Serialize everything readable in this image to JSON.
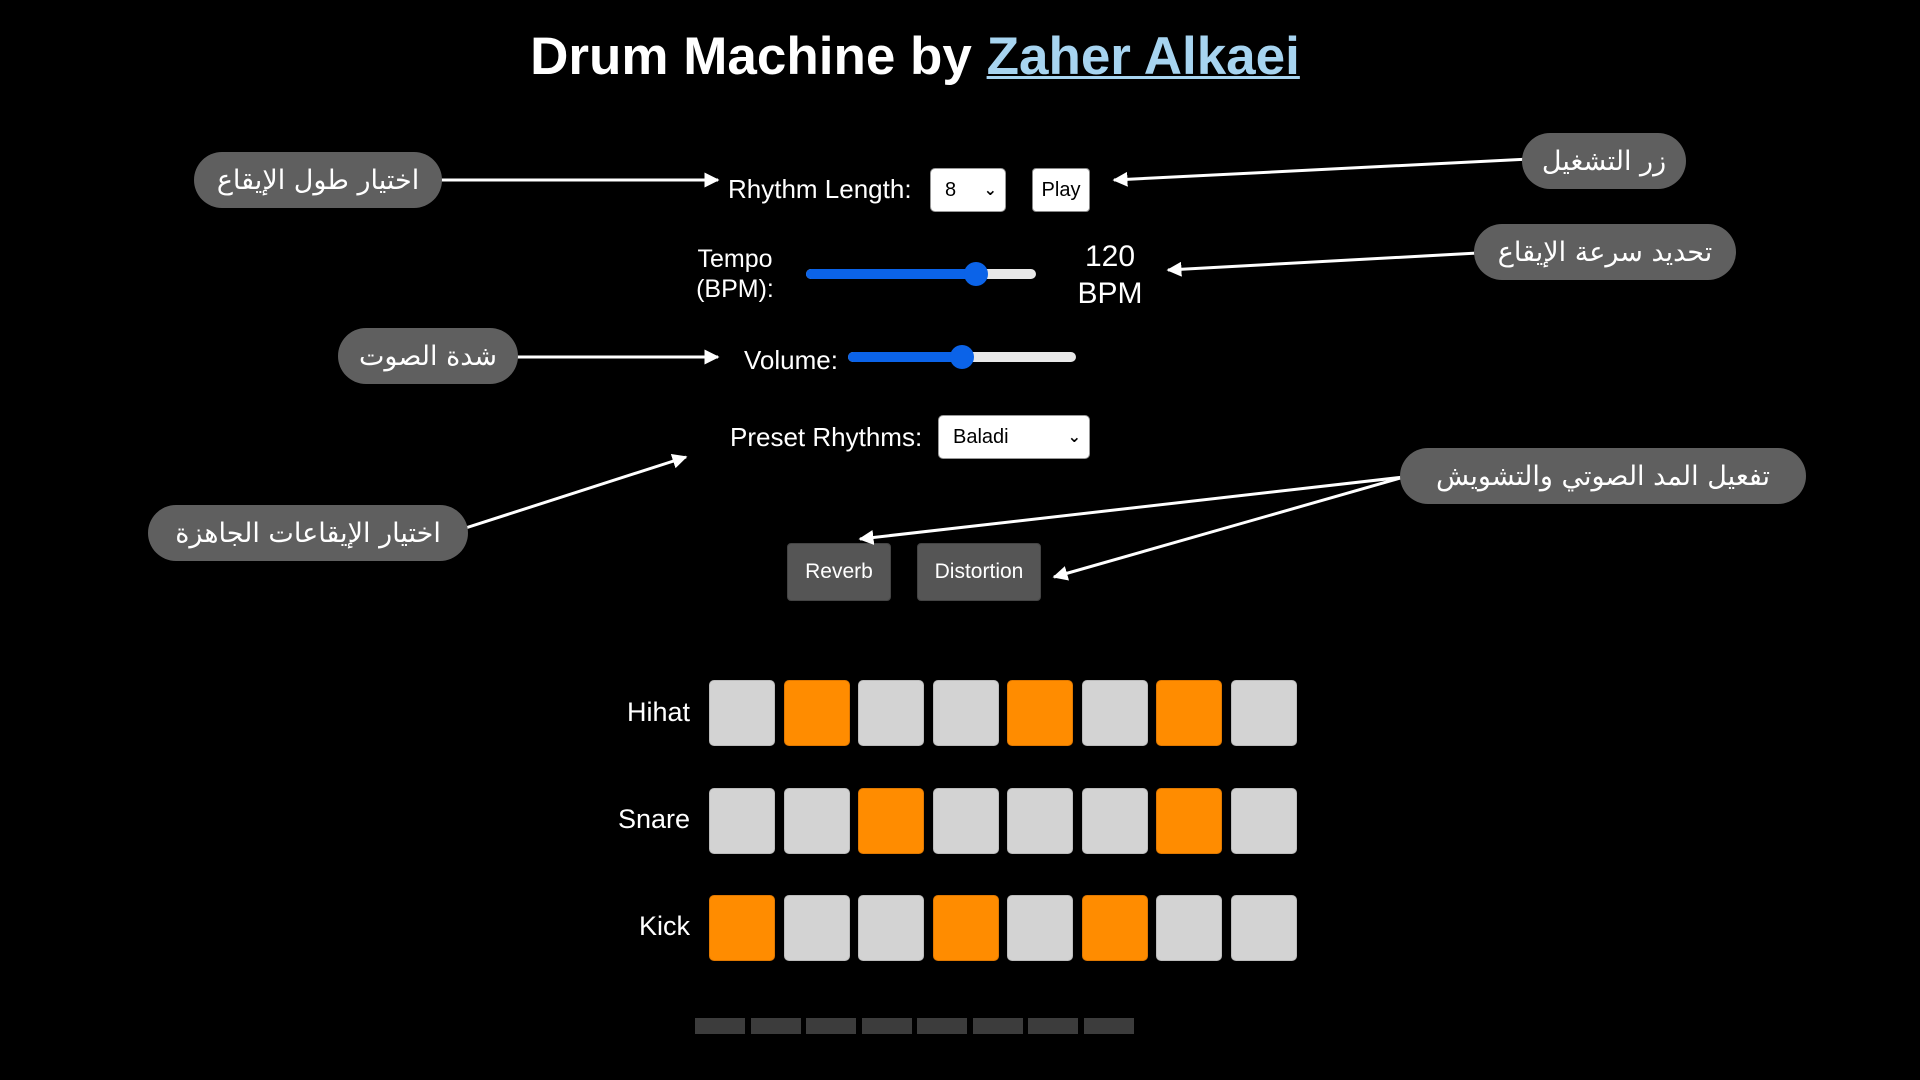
{
  "header": {
    "title_prefix": "Drum Machine by ",
    "author": "Zaher Alkaei"
  },
  "controls": {
    "rhythm_length_label": "Rhythm Length:",
    "rhythm_length_value": "8",
    "play_label": "Play",
    "tempo_label_line1": "Tempo",
    "tempo_label_line2": "(BPM):",
    "tempo_value": 120,
    "tempo_value_line1": "120",
    "tempo_value_line2": "BPM",
    "tempo_level": 0.74,
    "volume_label": "Volume:",
    "volume_level": 0.5,
    "preset_label": "Preset Rhythms:",
    "preset_value": "Baladi",
    "reverb_label": "Reverb",
    "distortion_label": "Distortion"
  },
  "sequencer": {
    "steps": 8,
    "tracks": [
      {
        "name": "Hihat",
        "pattern": [
          0,
          1,
          0,
          0,
          1,
          0,
          1,
          0
        ]
      },
      {
        "name": "Snare",
        "pattern": [
          0,
          0,
          1,
          0,
          0,
          0,
          1,
          0
        ]
      },
      {
        "name": "Kick",
        "pattern": [
          1,
          0,
          0,
          1,
          0,
          1,
          0,
          0
        ]
      }
    ]
  },
  "annotations": {
    "rhythm_length": "اختيار طول الإيقاع",
    "play": "زر التشغيل",
    "tempo": "تحديد سرعة الإيقاع",
    "volume": "شدة الصوت",
    "presets": "اختيار الإيقاعات الجاهزة",
    "effects": "تفعيل المد الصوتي والتشويش"
  },
  "colors": {
    "background": "#000000",
    "active_pad": "#ff8c00",
    "inactive_pad": "#d3d3d3",
    "slider": "#0b63e8",
    "link": "#a7d4f0",
    "bubble": "#5f5f5f"
  }
}
